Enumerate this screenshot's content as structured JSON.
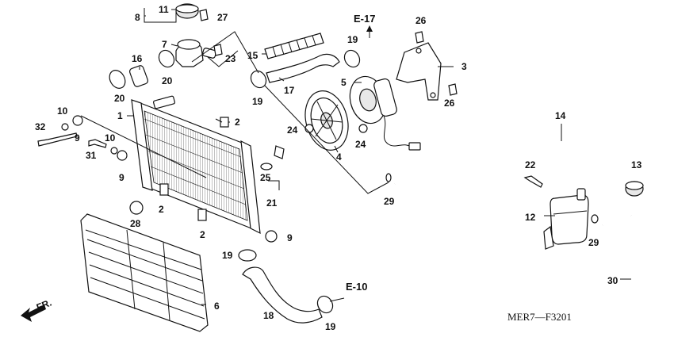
{
  "diagram_code": "MER7—F3201",
  "section_refs": {
    "e17": "E-17",
    "e10": "E-10"
  },
  "direction": "FR.",
  "callouts": [
    {
      "key": "c1",
      "text": "1"
    },
    {
      "key": "c2a",
      "text": "2"
    },
    {
      "key": "c2b",
      "text": "2"
    },
    {
      "key": "c2c",
      "text": "2"
    },
    {
      "key": "c3",
      "text": "3"
    },
    {
      "key": "c4",
      "text": "4"
    },
    {
      "key": "c5",
      "text": "5"
    },
    {
      "key": "c6",
      "text": "6"
    },
    {
      "key": "c7",
      "text": "7"
    },
    {
      "key": "c8",
      "text": "8"
    },
    {
      "key": "c9a",
      "text": "9"
    },
    {
      "key": "c9b",
      "text": "9"
    },
    {
      "key": "c9c",
      "text": "9"
    },
    {
      "key": "c10a",
      "text": "10"
    },
    {
      "key": "c10b",
      "text": "10"
    },
    {
      "key": "c11",
      "text": "11"
    },
    {
      "key": "c12",
      "text": "12"
    },
    {
      "key": "c13",
      "text": "13"
    },
    {
      "key": "c14",
      "text": "14"
    },
    {
      "key": "c15",
      "text": "15"
    },
    {
      "key": "c16",
      "text": "16"
    },
    {
      "key": "c17",
      "text": "17"
    },
    {
      "key": "c18",
      "text": "18"
    },
    {
      "key": "c19a",
      "text": "19"
    },
    {
      "key": "c19b",
      "text": "19"
    },
    {
      "key": "c19c",
      "text": "19"
    },
    {
      "key": "c19d",
      "text": "19"
    },
    {
      "key": "c20a",
      "text": "20"
    },
    {
      "key": "c20b",
      "text": "20"
    },
    {
      "key": "c21",
      "text": "21"
    },
    {
      "key": "c22",
      "text": "22"
    },
    {
      "key": "c23",
      "text": "23"
    },
    {
      "key": "c24a",
      "text": "24"
    },
    {
      "key": "c24b",
      "text": "24"
    },
    {
      "key": "c25",
      "text": "25"
    },
    {
      "key": "c26a",
      "text": "26"
    },
    {
      "key": "c26b",
      "text": "26"
    },
    {
      "key": "c27",
      "text": "27"
    },
    {
      "key": "c28",
      "text": "28"
    },
    {
      "key": "c29a",
      "text": "29"
    },
    {
      "key": "c29b",
      "text": "29"
    },
    {
      "key": "c30",
      "text": "30"
    },
    {
      "key": "c31",
      "text": "31"
    },
    {
      "key": "c32",
      "text": "32"
    }
  ]
}
